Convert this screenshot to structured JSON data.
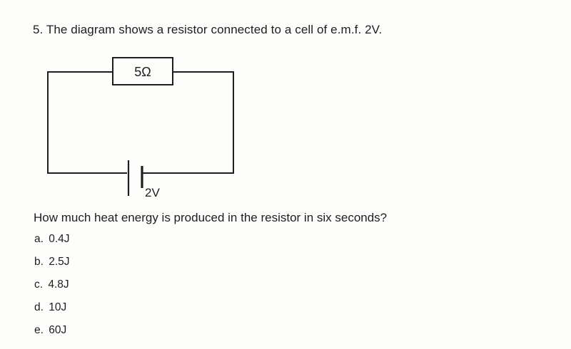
{
  "question": {
    "text": "5. The diagram shows a resistor connected to a cell of e.m.f. 2V."
  },
  "diagram": {
    "resistor_label": "5Ω",
    "cell_label": "2V"
  },
  "prompt": {
    "text": "How much heat energy is produced in the resistor in six seconds?"
  },
  "options": [
    {
      "letter": "a.",
      "value": "0.4J"
    },
    {
      "letter": "b.",
      "value": "2.5J"
    },
    {
      "letter": "c.",
      "value": "4.8J"
    },
    {
      "letter": "d.",
      "value": "10J"
    },
    {
      "letter": "e.",
      "value": "60J"
    }
  ]
}
